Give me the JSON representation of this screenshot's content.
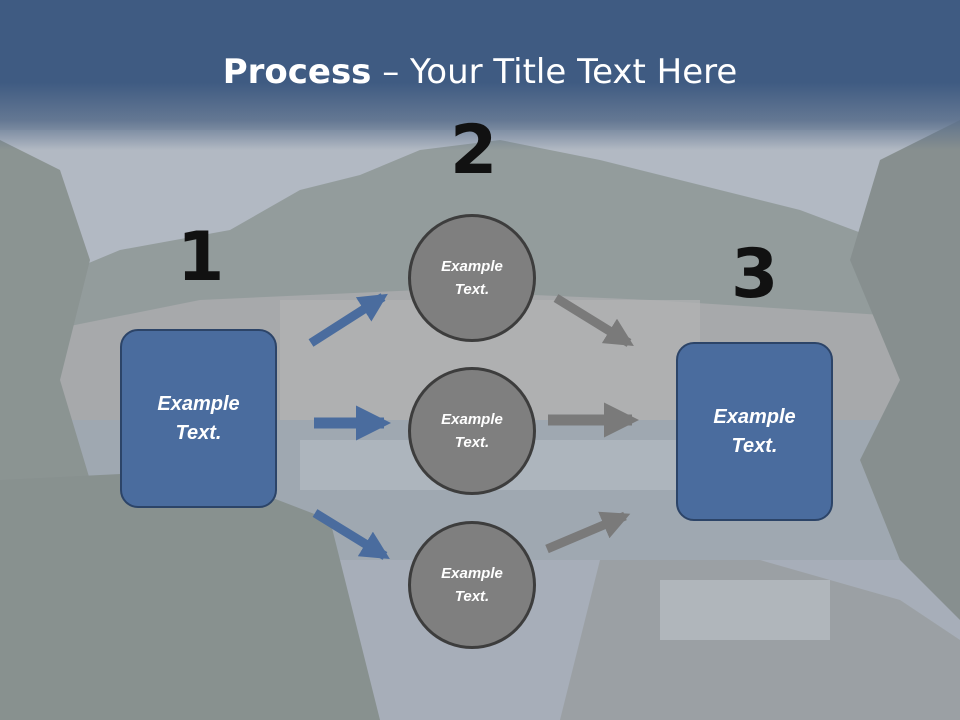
{
  "slide": {
    "title_bold": "Process",
    "title_rest": " – Your Title Text Here"
  },
  "steps": {
    "one": "1",
    "two": "2",
    "three": "3"
  },
  "boxes": {
    "left": "Example Text.",
    "right": "Example Text."
  },
  "circles": [
    "Example Text.",
    "Example Text.",
    "Example Text."
  ],
  "colors": {
    "header": "#3f5b82",
    "box_fill": "#4a6c9e",
    "box_border": "#2c4468",
    "circle_fill": "#7f7f7f",
    "circle_border": "#3d3d3d",
    "blue_arrow": "#4a6c9e",
    "gray_arrow": "#7a7a7a"
  }
}
